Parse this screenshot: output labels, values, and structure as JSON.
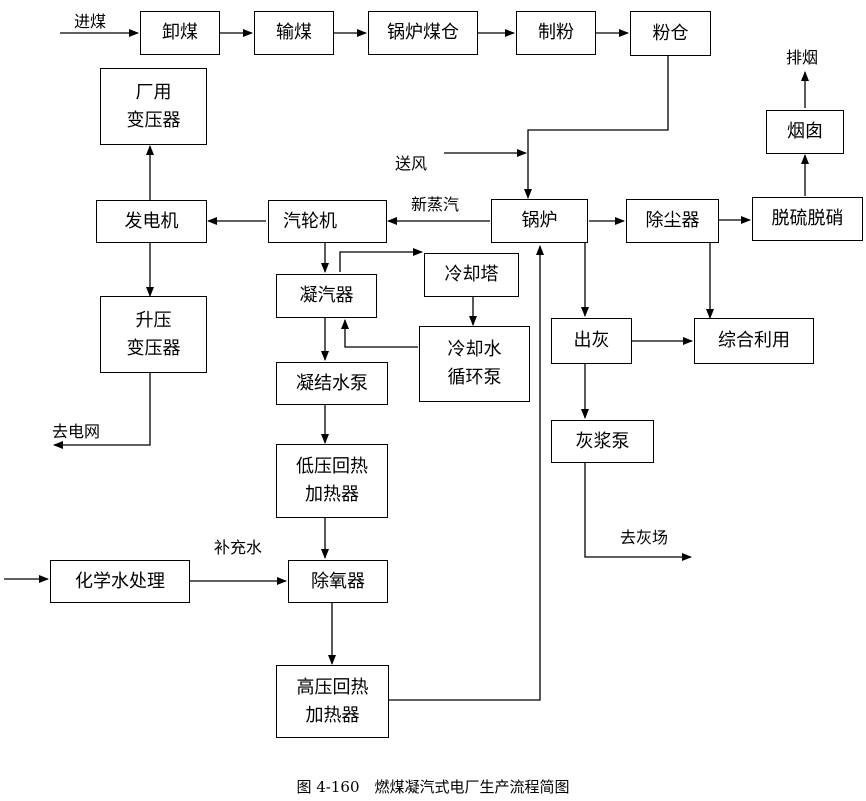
{
  "nodes": {
    "xiemei": "卸煤",
    "shumei": "输煤",
    "guolu_meicang": "锅炉煤仓",
    "zhifen": "制粉",
    "fencang": "粉仓",
    "changyong_byq": "厂用\n变压器",
    "fadianji": "发电机",
    "shengya_byq": "升压\n变压器",
    "qilunji": "汽轮机",
    "guolu": "锅炉",
    "chuchenqi": "除尘器",
    "tuoliu_tuoxiao": "脱硫脱硝",
    "yancong": "烟囱",
    "ningqiqi": "凝汽器",
    "lengqueta": "冷却塔",
    "lengqueshui_beng": "冷却水\n循环泵",
    "ningjieshui_beng": "凝结水泵",
    "diya_huire": "低压回热\n加热器",
    "huaxue_shuichuli": "化学水处理",
    "chuyangqi": "除氧器",
    "gaoya_huire": "高压回热\n加热器",
    "chuhui": "出灰",
    "zonghe_liyong": "综合利用",
    "huijiang_beng": "灰浆泵"
  },
  "labels": {
    "jinmei": "进煤",
    "paiyan": "排烟",
    "songfeng": "送风",
    "xinzhengqi": "新蒸汽",
    "qu_dianwang": "去电网",
    "buchongshui": "补充水",
    "qu_huichang": "去灰场"
  },
  "caption": "图 4-160　燃煤凝汽式电厂生产流程简图"
}
